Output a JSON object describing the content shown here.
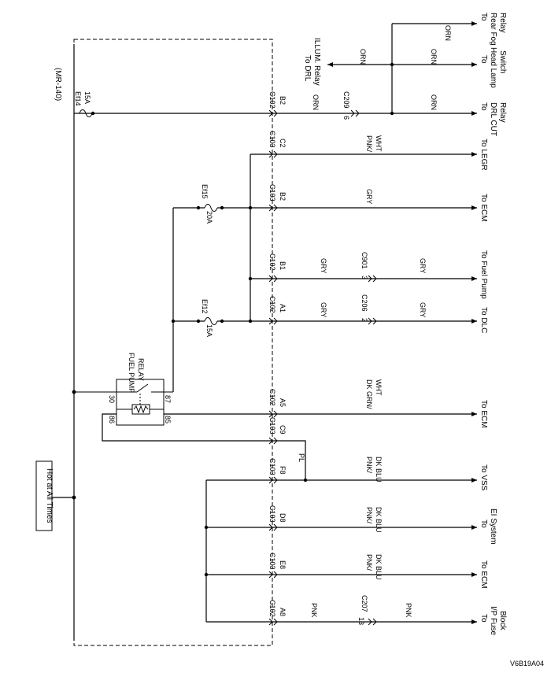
{
  "figure_id": "V6B19A04",
  "module": "(MR-140)",
  "hot_label": "Hot at All Times",
  "relay": {
    "title_line1": "FUEL PUMP",
    "title_line2": "RELAY",
    "pin30": "30",
    "pin86": "86",
    "pin85": "85",
    "pin87": "87"
  },
  "fuses": {
    "ef14": {
      "name": "Ef14",
      "rating": "15A"
    },
    "ef15": {
      "name": "Ef15",
      "rating": "20A"
    },
    "ef12": {
      "name": "Ef12",
      "rating": "15A"
    }
  },
  "connectors": {
    "c102_b2": {
      "conn": "C102",
      "pin": "B2"
    },
    "c103_c2": {
      "conn": "C103",
      "pin": "C2"
    },
    "c103_b2": {
      "conn": "C103",
      "pin": "B2"
    },
    "c102_b1": {
      "conn": "C102",
      "pin": "B1"
    },
    "c102_a1": {
      "conn": "C102",
      "pin": "A1"
    },
    "c102_a5": {
      "conn": "C102",
      "pin": "A5"
    },
    "c103_c9": {
      "conn": "C103",
      "pin": "C9"
    },
    "c103_f8": {
      "conn": "C103",
      "pin": "F8"
    },
    "c103_d8": {
      "conn": "C103",
      "pin": "D8"
    },
    "c103_e8": {
      "conn": "C103",
      "pin": "E8"
    },
    "c102_a8": {
      "conn": "C102",
      "pin": "A8"
    },
    "c209": {
      "conn": "C209",
      "pin": "6"
    },
    "c901": {
      "conn": "C901",
      "pin": "3"
    },
    "c206": {
      "conn": "C206",
      "pin": "2"
    },
    "c207": {
      "conn": "C207",
      "pin": "13"
    }
  },
  "wires": {
    "orn": "ORN",
    "pnk_wht_1": "PNK/",
    "pnk_wht_2": "WHT",
    "gry": "GRY",
    "dkgrn_1": "DK GRN/",
    "dkgrn_2": "WHT",
    "pl": "PL",
    "pnk_dkblu_1": "PNK/",
    "pnk_dkblu_2": "DK BLU",
    "pnk_dkblu_3": "DK BLU",
    "pnk": "PNK"
  },
  "destinations": {
    "rear_fog_1": "To",
    "rear_fog_2": "Rear Fog",
    "rear_fog_3": "Relay",
    "head_lamp_1": "To",
    "head_lamp_2": "Head Lamp",
    "head_lamp_3": "Switch",
    "drl_cut_1": "To",
    "drl_cut_2": "DRL CUT",
    "drl_cut_3": "Relay",
    "drl_illum_1": "To DRL",
    "drl_illum_2": "ILLUM. Relay",
    "legr": "To LEGR",
    "ecm": "To ECM",
    "fuel_pump": "To Fuel Pump",
    "dlc": "To DLC",
    "vss": "To VSS",
    "ei_1": "To",
    "ei_2": "EI System",
    "ip_1": "To",
    "ip_2": "I/P Fuse",
    "ip_3": "Block"
  }
}
